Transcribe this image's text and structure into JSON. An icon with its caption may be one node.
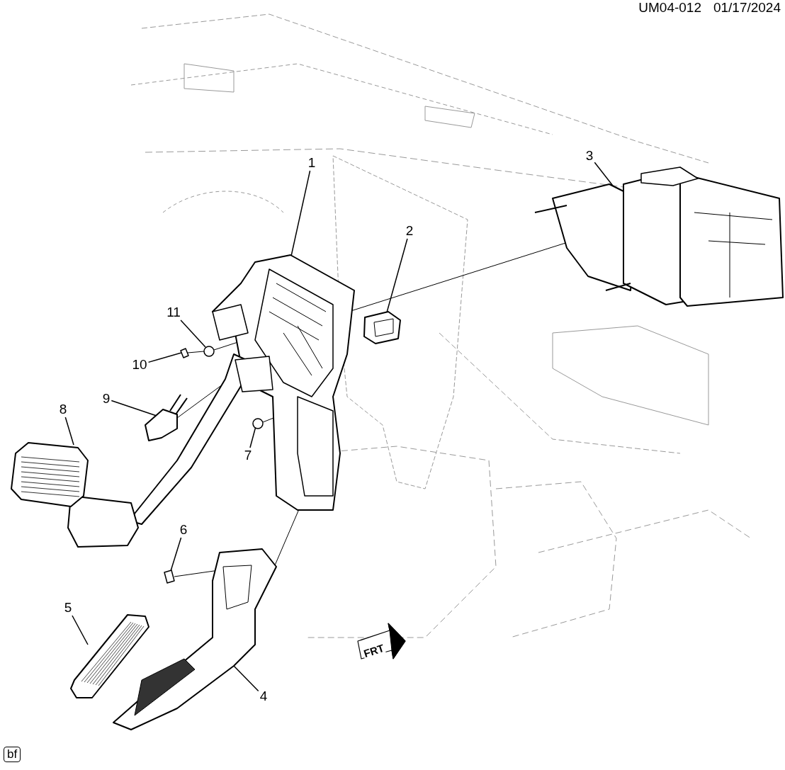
{
  "diagram": {
    "nodes": [
      {
        "text": [
          "1"
        ]
      },
      {
        "text": [
          "2"
        ]
      },
      {
        "text": [
          "3"
        ]
      },
      {
        "text": [
          "4"
        ]
      },
      {
        "text": [
          "5"
        ]
      },
      {
        "text": [
          "6"
        ]
      },
      {
        "text": [
          "7"
        ]
      },
      {
        "text": [
          "8"
        ]
      },
      {
        "text": [
          "9"
        ]
      },
      {
        "text": [
          "10"
        ]
      },
      {
        "text": [
          "11"
        ]
      },
      {
        "text": [],
        "shape": "picture"
      },
      {
        "text": [],
        "shape": "picture"
      },
      {
        "text": [],
        "shape": "picture"
      },
      {
        "text": [],
        "shape": "picture"
      },
      {
        "text": [],
        "shape": "picture"
      },
      {
        "text": [],
        "shape": "picture"
      },
      {
        "text": [],
        "shape": "picture"
      },
      {
        "text": [],
        "shape": "picture"
      },
      {
        "text": [],
        "shape": "picture"
      },
      {
        "text": [],
        "shape": "picture"
      },
      {
        "text": [],
        "shape": "picture"
      },
      {
        "text": [],
        "shape": "picture"
      }
    ],
    "edges": [
      {
        "from": 0,
        "to": 11,
        "arrow": "none"
      },
      {
        "from": 1,
        "to": 12,
        "arrow": "none"
      },
      {
        "from": 2,
        "to": 13,
        "arrow": "none"
      },
      {
        "from": 3,
        "to": 14,
        "arrow": "none"
      },
      {
        "from": 4,
        "to": 15,
        "arrow": "none"
      },
      {
        "from": 5,
        "to": 16,
        "arrow": "none"
      },
      {
        "from": 6,
        "to": 17,
        "arrow": "none"
      },
      {
        "from": 7,
        "to": 18,
        "arrow": "none"
      },
      {
        "from": 8,
        "to": 19,
        "arrow": "none"
      },
      {
        "from": 9,
        "to": 20,
        "arrow": "none"
      },
      {
        "from": 10,
        "to": 21,
        "arrow": "none"
      },
      {
        "from": 20,
        "to": 21,
        "arrow": "none"
      },
      {
        "from": 21,
        "to": 11,
        "arrow": "none"
      },
      {
        "from": 19,
        "to": 22,
        "arrow": "none"
      },
      {
        "from": 17,
        "to": 11,
        "arrow": "none"
      },
      {
        "from": 16,
        "to": 14,
        "arrow": "none"
      },
      {
        "from": 14,
        "to": 11,
        "arrow": "none"
      },
      {
        "from": 11,
        "to": 13,
        "arrow": "none"
      }
    ],
    "labels": [
      "UM04-012",
      "01/17/2024",
      "FRT",
      "bf"
    ]
  }
}
